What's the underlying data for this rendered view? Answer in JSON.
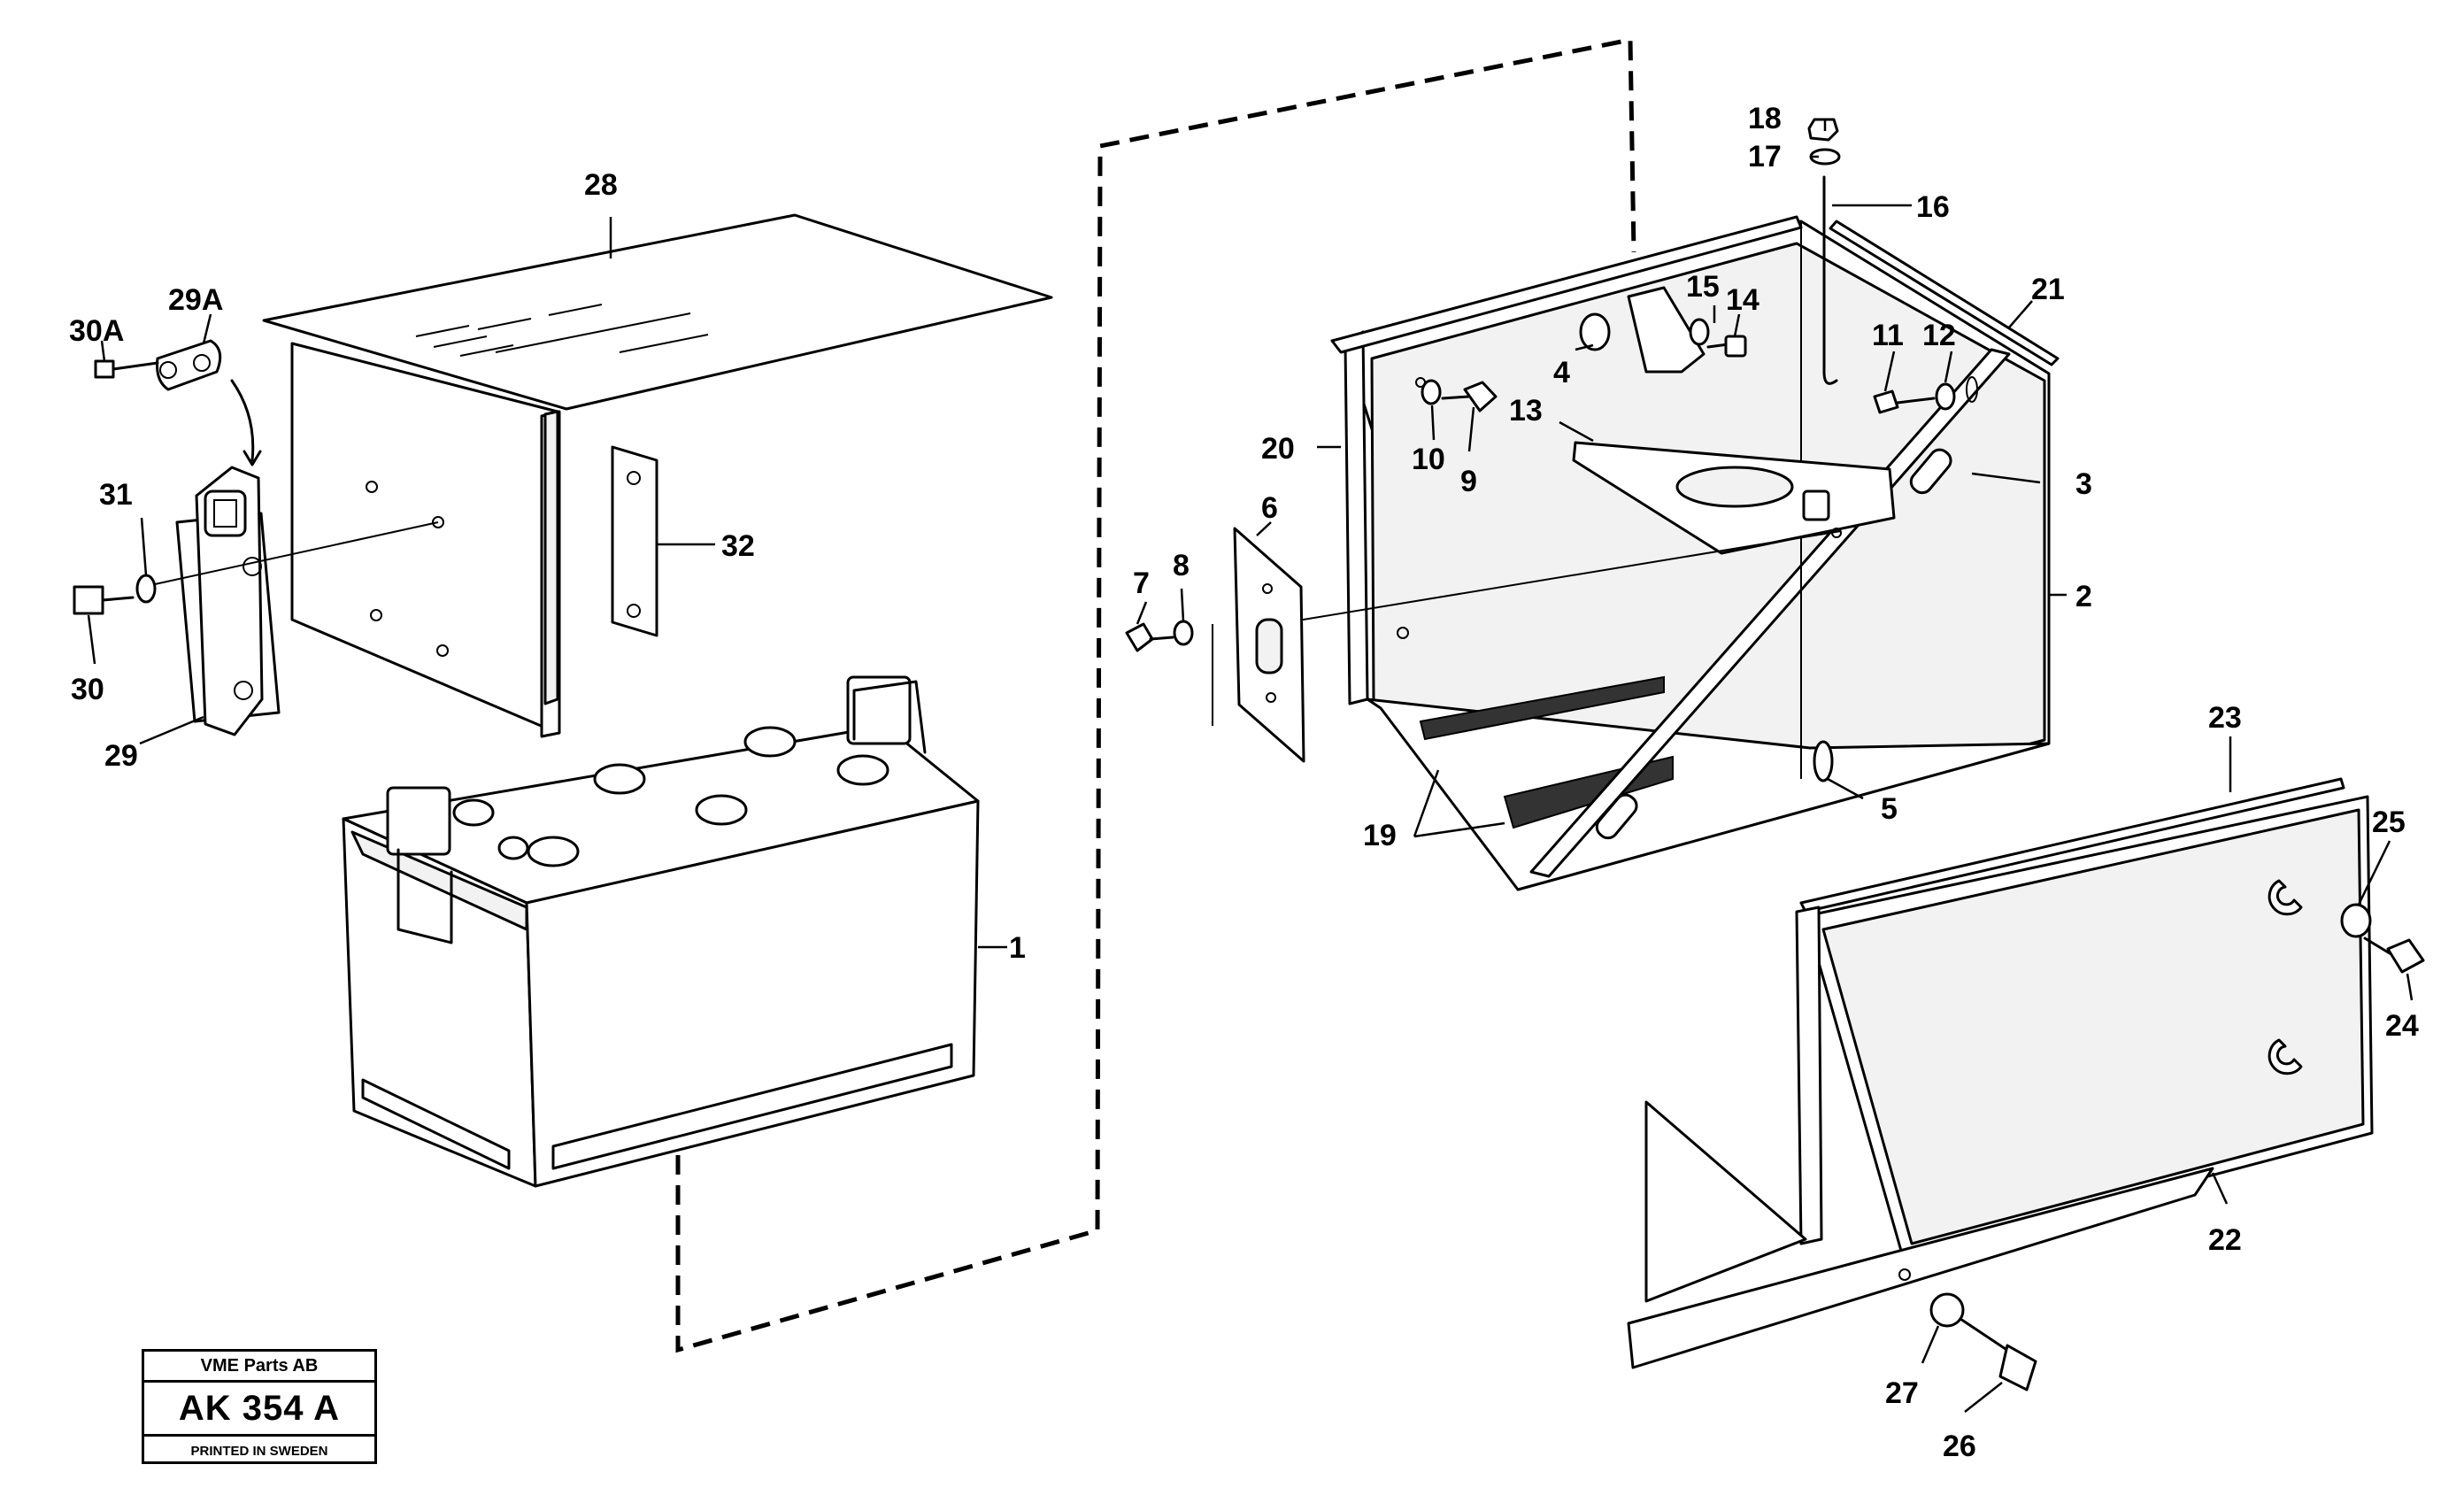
{
  "callouts": {
    "c1": "1",
    "c2": "2",
    "c3": "3",
    "c4": "4",
    "c5": "5",
    "c6": "6",
    "c7": "7",
    "c8": "8",
    "c9": "9",
    "c10": "10",
    "c11": "11",
    "c12": "12",
    "c13": "13",
    "c14": "14",
    "c15": "15",
    "c16": "16",
    "c17": "17",
    "c18": "18",
    "c19": "19",
    "c20": "20",
    "c21": "21",
    "c22": "22",
    "c23": "23",
    "c24": "24",
    "c25": "25",
    "c26": "26",
    "c27": "27",
    "c28": "28",
    "c29": "29",
    "c29a": "29A",
    "c30": "30",
    "c30a": "30A",
    "c31": "31",
    "c32": "32"
  },
  "stamp": {
    "company": "VME Parts AB",
    "code": "AK 354 A",
    "printed": "PRINTED IN SWEDEN"
  }
}
